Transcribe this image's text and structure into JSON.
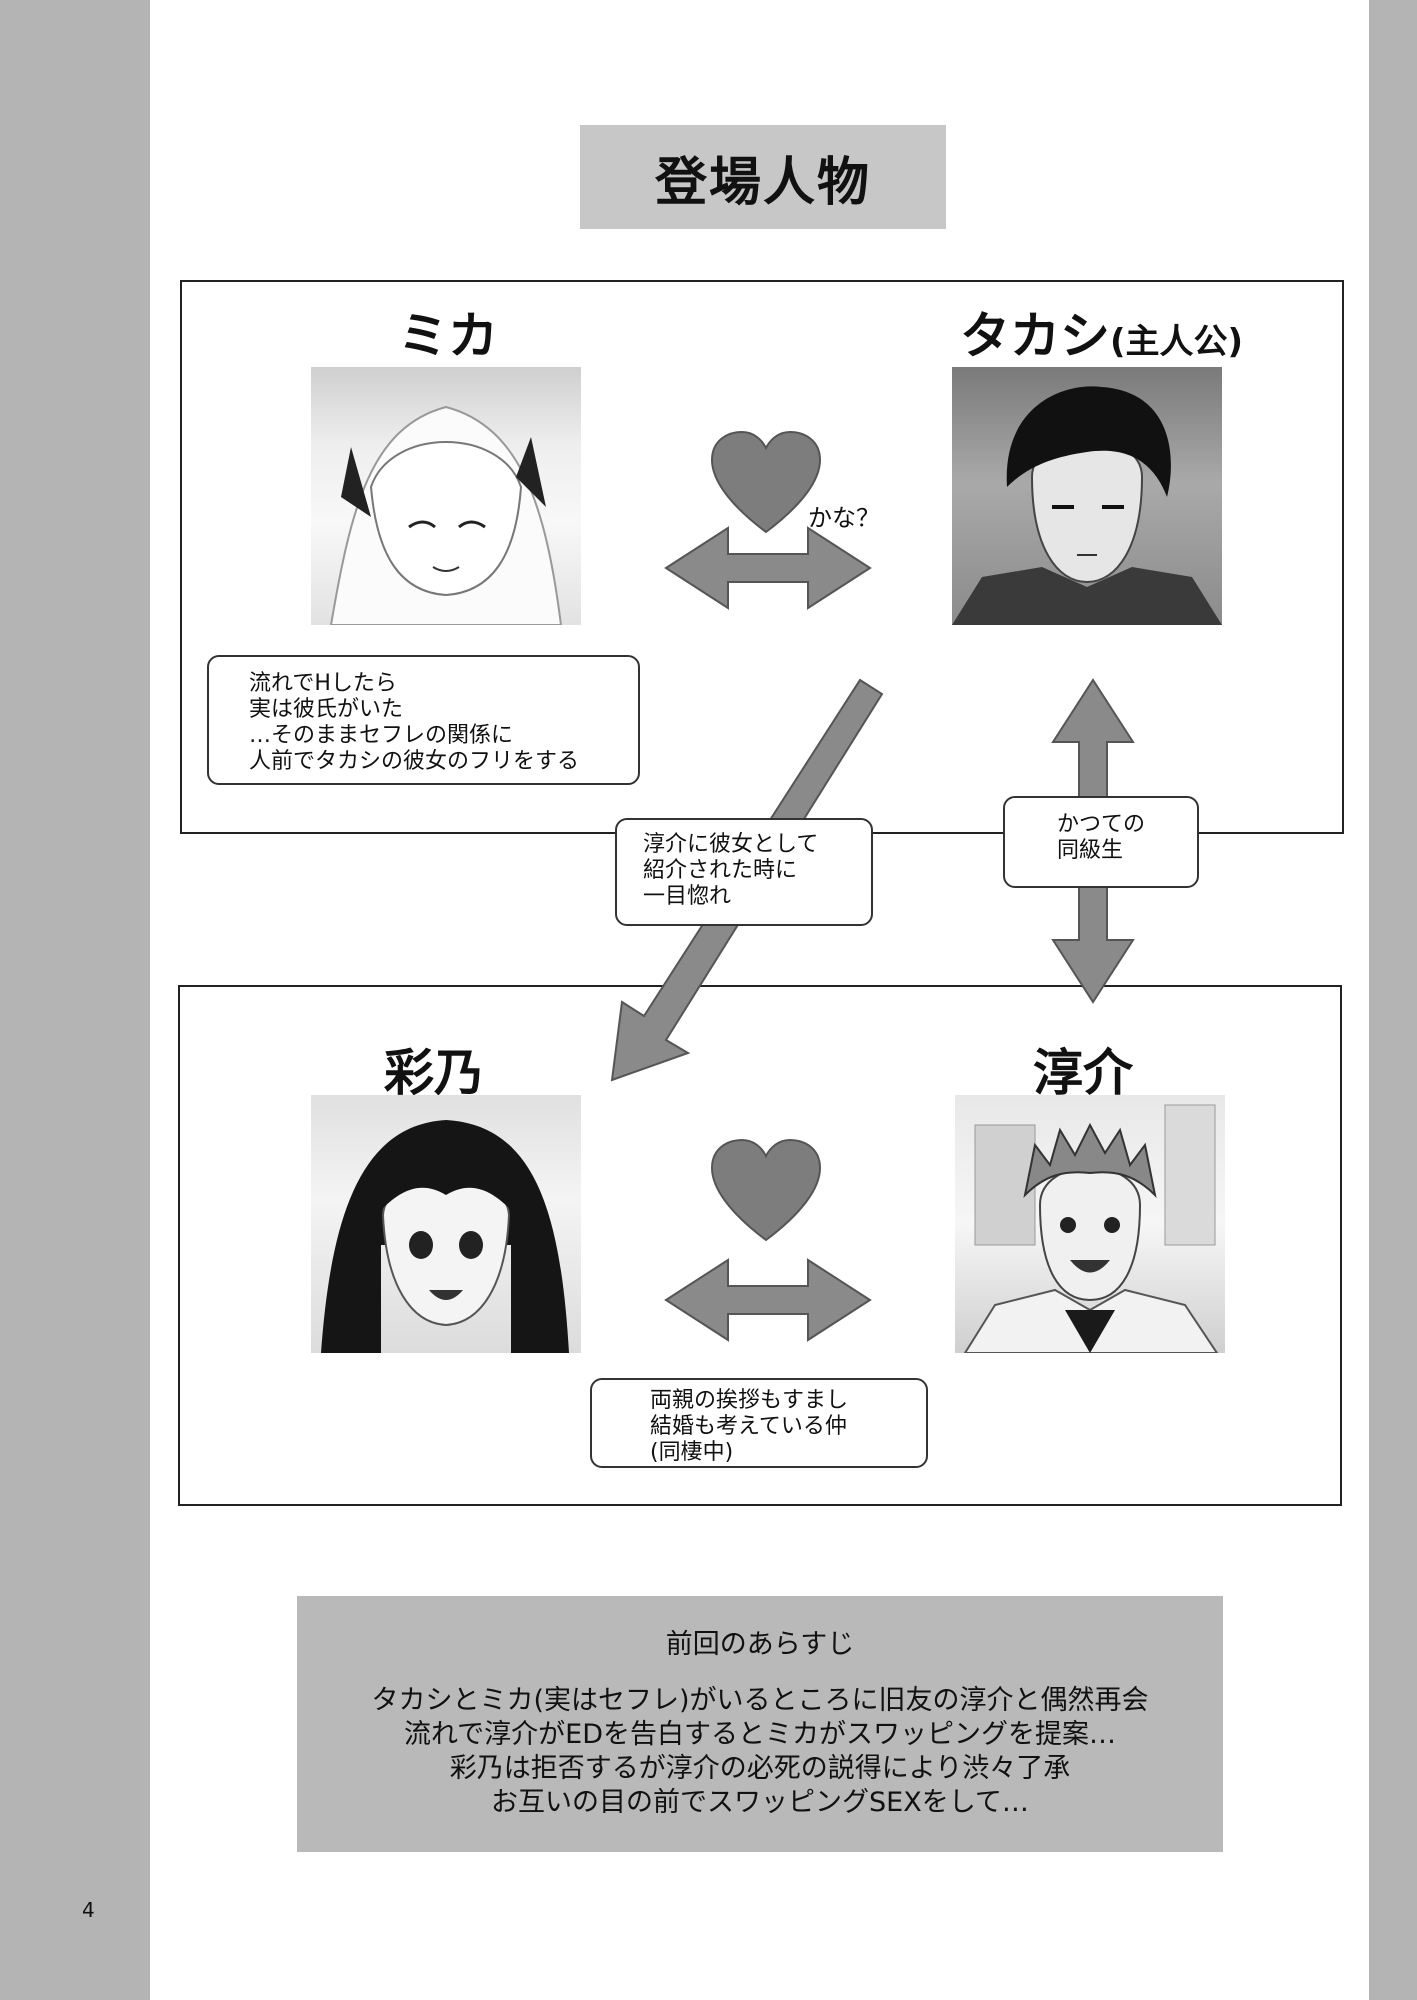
{
  "title": "登場人物",
  "characters": {
    "mika": {
      "name": "ミカ"
    },
    "takashi": {
      "name": "タカシ",
      "role": "(主人公)"
    },
    "ayano": {
      "name": "彩乃"
    },
    "junsuke": {
      "name": "淳介"
    }
  },
  "relation_labels": {
    "kana": "かな？"
  },
  "notes": {
    "mika": [
      "流れでHしたら",
      "実は彼氏がいた",
      "…そのままセフレの関係に",
      "人前でタカシの彼女のフリをする"
    ],
    "junsuke_love": [
      "淳介に彼女として",
      "紹介された時に",
      "一目惚れ"
    ],
    "classmates": [
      "かつての",
      "同級生"
    ],
    "ayano": [
      "両親の挨拶もすまし",
      "結婚も考えている仲",
      "(同棲中)"
    ]
  },
  "summary": {
    "title": "前回のあらすじ",
    "lines": [
      "タカシとミカ(実はセフレ)がいるところに旧友の淳介と偶然再会",
      "流れで淳介がEDを告白するとミカがスワッピングを提案…",
      "彩乃は拒否するが淳介の必死の説得により渋々了承",
      "お互いの目の前でスワッピングSEXをして…"
    ]
  },
  "page_number": "4",
  "colors": {
    "side_bar": "#b4b4b4",
    "title_box": "#c7c7c7",
    "summary_box": "#b9b9b9",
    "arrow": "#8a8a8a",
    "heart": "#7d7d7d"
  }
}
